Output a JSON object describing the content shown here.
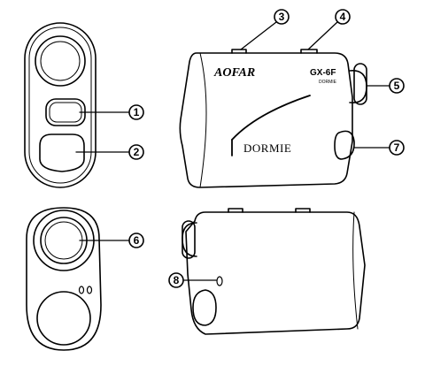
{
  "device": {
    "brand_label": "AOFAR",
    "model_label": "GX-6F",
    "model_sub_label": "DORMIE",
    "side_label": "DORMIE"
  },
  "callouts": [
    {
      "number": "1"
    },
    {
      "number": "2"
    },
    {
      "number": "3"
    },
    {
      "number": "4"
    },
    {
      "number": "5"
    },
    {
      "number": "6"
    },
    {
      "number": "7"
    },
    {
      "number": "8"
    }
  ]
}
